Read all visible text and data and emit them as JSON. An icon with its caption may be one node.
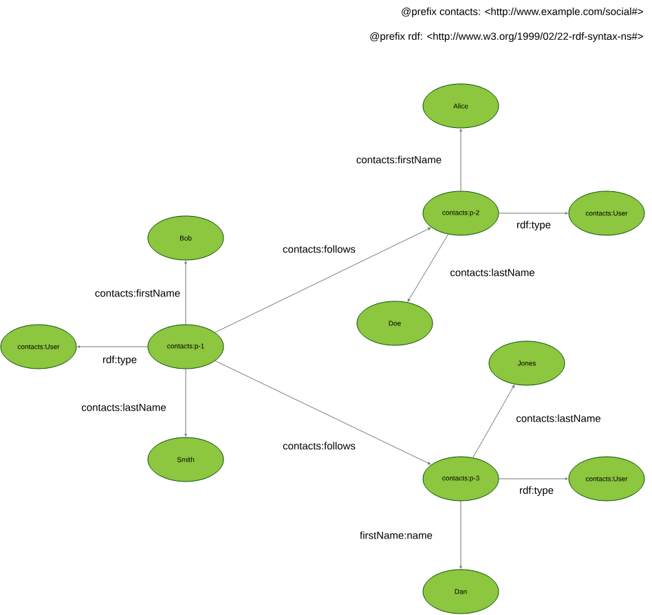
{
  "diagram": {
    "nodes": [
      {
        "text": [
          "Bob"
        ]
      },
      {
        "text": [
          "contacts:User"
        ]
      },
      {
        "text": [
          "contacts:p-1"
        ]
      },
      {
        "text": [
          "Smith"
        ]
      },
      {
        "text": [
          "Alice"
        ]
      },
      {
        "text": [
          "contacts:p-2"
        ]
      },
      {
        "text": [
          "contacts:User"
        ]
      },
      {
        "text": [
          "Doe"
        ]
      },
      {
        "text": [
          "Jones"
        ]
      },
      {
        "text": [
          "contacts:p-3"
        ]
      },
      {
        "text": [
          "contacts:User"
        ]
      },
      {
        "text": [
          "Dan"
        ]
      }
    ],
    "edges": [
      {
        "from": 2,
        "to": 0,
        "arrow": "to",
        "label": "contacts:firstName"
      },
      {
        "from": 2,
        "to": 1,
        "arrow": "to",
        "label": "rdf:type"
      },
      {
        "from": 2,
        "to": 3,
        "arrow": "to",
        "label": "contacts:lastName"
      },
      {
        "from": 2,
        "to": 5,
        "arrow": "to",
        "label": "contacts:follows"
      },
      {
        "from": 2,
        "to": 9,
        "arrow": "to",
        "label": "contacts:follows"
      },
      {
        "from": 5,
        "to": 4,
        "arrow": "to",
        "label": "contacts:firstName"
      },
      {
        "from": 5,
        "to": 6,
        "arrow": "to",
        "label": "rdf:type"
      },
      {
        "from": 5,
        "to": 7,
        "arrow": "to",
        "label": "contacts:lastName"
      },
      {
        "from": 9,
        "to": 8,
        "arrow": "to",
        "label": "contacts:lastName"
      },
      {
        "from": 9,
        "to": 10,
        "arrow": "to",
        "label": "rdf:type"
      },
      {
        "from": 9,
        "to": 11,
        "arrow": "to",
        "label": "firstName:name"
      }
    ],
    "labels": [
      "@prefix contacts: <http://www.example.com/social#>",
      "@prefix rdf: <http://www.w3.org/1999/02/22-rdf-syntax-ns#>"
    ]
  }
}
